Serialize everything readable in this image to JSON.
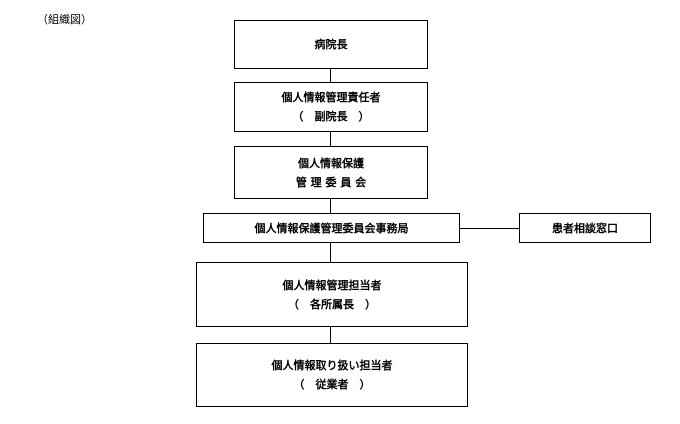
{
  "heading": "（組織図）",
  "nodes": {
    "director": {
      "line1": "病院長"
    },
    "officer": {
      "line1": "個人情報管理責任者",
      "line2": "（　副院長　）"
    },
    "committee": {
      "line1": "個人情報保護",
      "line2": "管 理 委 員 会"
    },
    "secretariat": {
      "line1": "個人情報保護管理委員会事務局"
    },
    "consultation": {
      "line1": "患者相談窓口"
    },
    "manager": {
      "line1": "個人情報管理担当者",
      "line2": "（　各所属長　）"
    },
    "handler": {
      "line1": "個人情報取り扱い担当者",
      "line2": "（　従業者　）"
    }
  }
}
